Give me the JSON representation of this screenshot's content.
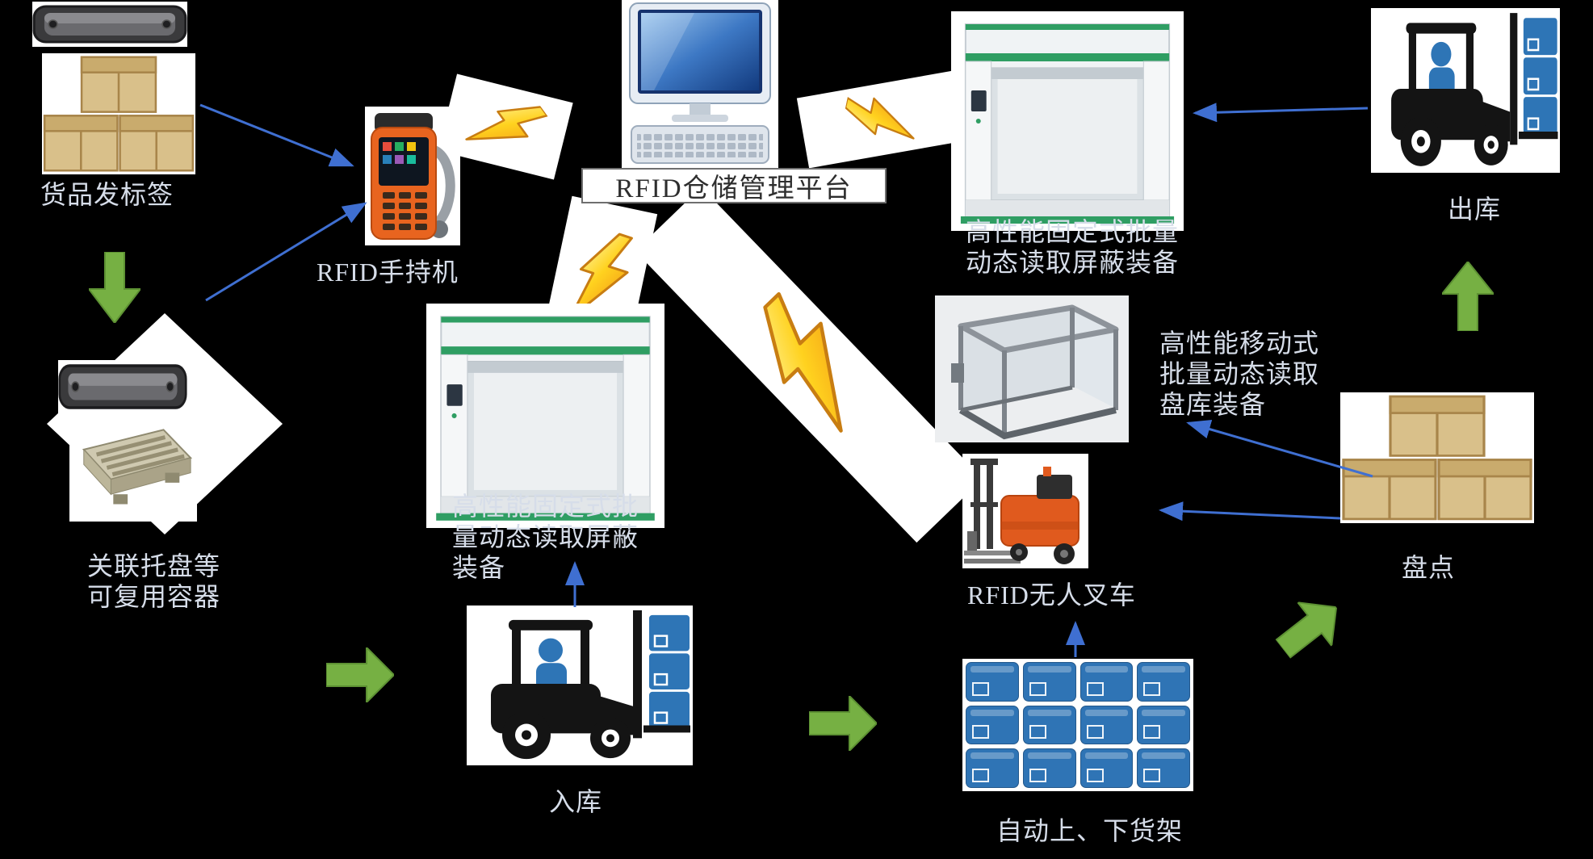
{
  "platform": {
    "label": "RFID仓储管理平台"
  },
  "nodes": {
    "goods_tag": {
      "label": "货品发标签"
    },
    "reusable_container": {
      "line1": "关联托盘等",
      "line2": "可复用容器"
    },
    "handheld": {
      "label": "RFID手持机"
    },
    "fixed_reader_right": {
      "line1": "高性能固定式批量",
      "line2": "动态读取屏蔽装备"
    },
    "fixed_reader_center": {
      "line1": "高性能固定式批",
      "line2": "量动态读取屏蔽",
      "line3": "装备"
    },
    "mobile_reader": {
      "line1": "高性能移动式",
      "line2": "批量动态读取",
      "line3": "盘库装备"
    },
    "agv_forklift": {
      "label": "RFID无人叉车"
    },
    "inbound": {
      "label": "入库"
    },
    "outbound": {
      "label": "出库"
    },
    "stocktake": {
      "label": "盘点"
    },
    "auto_shelving": {
      "label": "自动上、下货架"
    }
  },
  "flows": [
    "货品发标签 → 关联托盘等可复用容器",
    "关联托盘等可复用容器 → 入库",
    "入库 → 自动上、下货架",
    "自动上、下货架 → 盘点",
    "盘点 → 出库",
    "货品发标签 → RFID手持机",
    "关联托盘等可复用容器 → RFID手持机",
    "入库 → 高性能固定式批量动态读取屏蔽装备",
    "自动上、下货架 → RFID无人叉车",
    "盘点 → RFID无人叉车",
    "盘点 → 高性能移动式批量动态读取盘库装备",
    "出库 → 高性能固定式批量动态读取屏蔽装备"
  ],
  "colors": {
    "background": "#000000",
    "label_text": "#d6dde9",
    "green_arrow": "#76b043",
    "blue_connector": "#3f6fd1",
    "lightning_yellow": "#ffd21f",
    "lightning_orange": "#f08a12",
    "carton_tan": "#d9c08a",
    "bin_blue": "#2f74b5",
    "machine_green": "#2f9e63",
    "driver_blue": "#2e75b6",
    "handheld_orange": "#e8641f"
  },
  "icons": {
    "lightning_bolt": "wireless-link-bolt",
    "green_block_arrow": "process-flow-arrow",
    "blue_line_arrow": "association-connector"
  }
}
